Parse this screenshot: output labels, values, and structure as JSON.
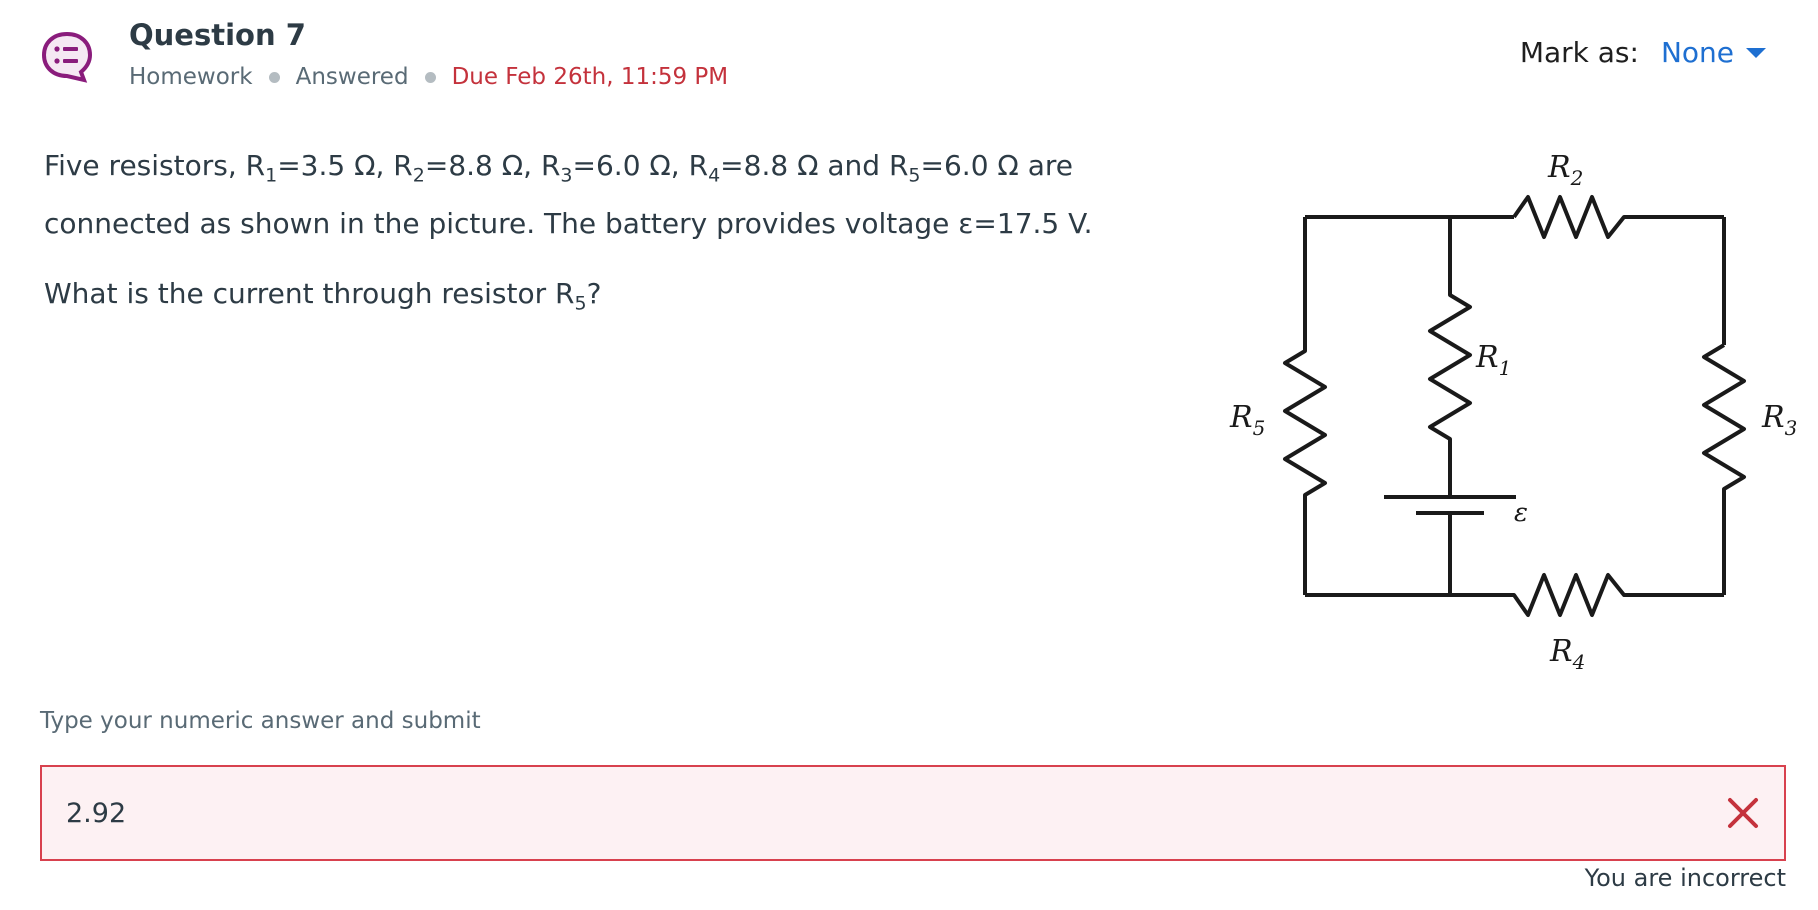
{
  "header": {
    "title": "Question 7",
    "meta": {
      "type": "Homework",
      "status": "Answered",
      "due": "Due Feb 26th, 11:59 PM"
    },
    "mark_as": {
      "label": "Mark as:",
      "value": "None"
    },
    "icon": "question-bubble-icon"
  },
  "problem": {
    "sentence_start": "Five resistors, ",
    "resistors": [
      {
        "name": "R",
        "sub": "1",
        "value": "=3.5 Ω, "
      },
      {
        "name": "R",
        "sub": "2",
        "value": "=8.8 Ω, "
      },
      {
        "name": "R",
        "sub": "3",
        "value": "=6.0 Ω, "
      },
      {
        "name": "R",
        "sub": "4",
        "value": "=8.8 Ω"
      },
      {
        "name": "R",
        "sub": "5",
        "value": "=6.0 Ω are"
      }
    ],
    "and_word": " and ",
    "line2": "connected as shown in the picture. The battery provides voltage ε=17.5 V.",
    "question_start": "What is the current through resistor R",
    "question_sub": "5",
    "question_end": "?"
  },
  "circuit": {
    "labels": {
      "r1": "R",
      "r1_sub": "1",
      "r2": "R",
      "r2_sub": "2",
      "r3": "R",
      "r3_sub": "3",
      "r4": "R",
      "r4_sub": "4",
      "r5": "R",
      "r5_sub": "5",
      "emf": "ε"
    }
  },
  "answer": {
    "label": "Type your numeric answer and submit",
    "value": "2.92",
    "result": "You are incorrect"
  },
  "colors": {
    "accent": "#1e6fd1",
    "error": "#c4323c",
    "error_bg": "#fdf1f3",
    "icon_purple": "#8a1c7c"
  }
}
